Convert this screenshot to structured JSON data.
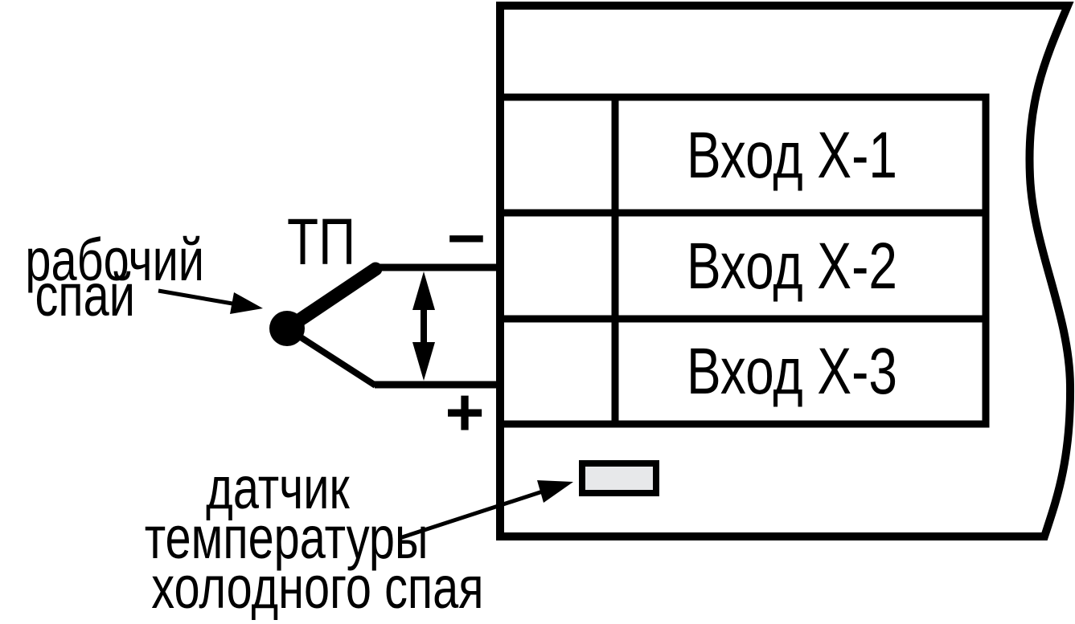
{
  "diagram": {
    "thermocouple_abbr": "ТП",
    "inputs": [
      "Вход Х-1",
      "Вход Х-2",
      "Вход Х-3"
    ],
    "polarity": {
      "minus": "–",
      "plus": "+"
    },
    "working_junction_label": {
      "line1": "рабочий",
      "line2": "спай"
    },
    "cold_junction_label": {
      "line1": "датчик",
      "line2": "температуры",
      "line3": "холодного спая"
    },
    "colors": {
      "ink": "#000000",
      "sensor_fill": "#e7e8ea",
      "background": "#ffffff"
    }
  }
}
